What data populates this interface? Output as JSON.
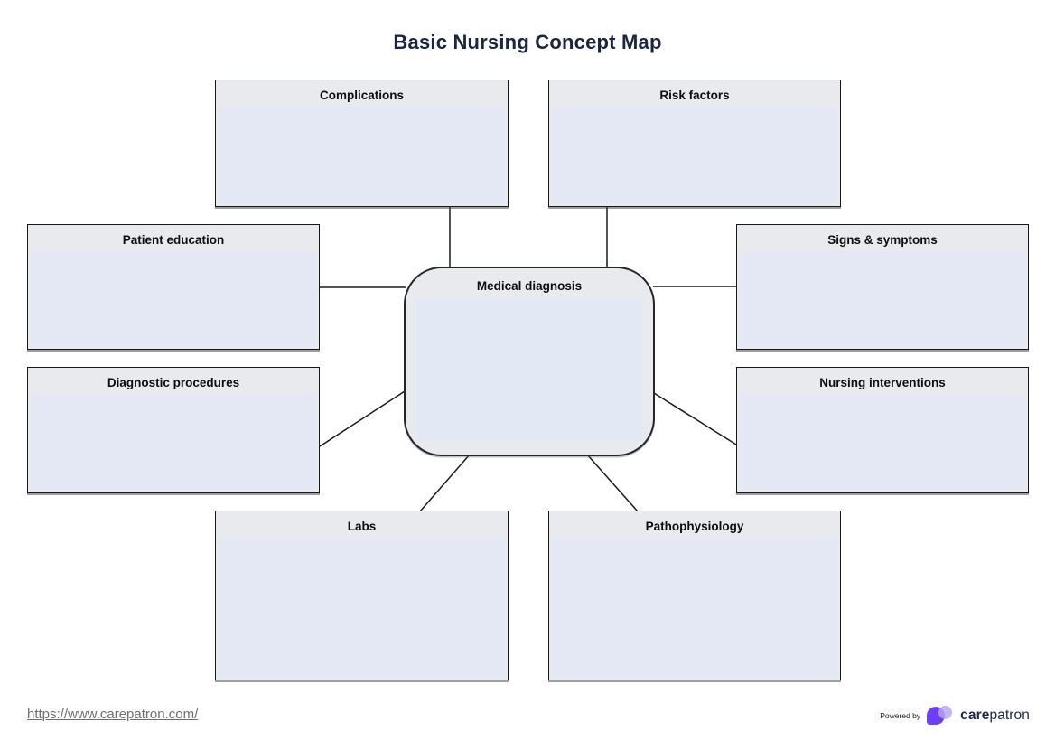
{
  "title": "Basic Nursing Concept Map",
  "center_node": {
    "label": "Medical diagnosis"
  },
  "nodes": [
    {
      "id": "complications",
      "label": "Complications"
    },
    {
      "id": "risk-factors",
      "label": "Risk factors"
    },
    {
      "id": "patient-education",
      "label": "Patient education"
    },
    {
      "id": "signs-symptoms",
      "label": "Signs & symptoms"
    },
    {
      "id": "diagnostic-procedures",
      "label": "Diagnostic procedures"
    },
    {
      "id": "nursing-interventions",
      "label": "Nursing interventions"
    },
    {
      "id": "labs",
      "label": "Labs"
    },
    {
      "id": "pathophysiology",
      "label": "Pathophysiology"
    }
  ],
  "footer": {
    "link": "https://www.carepatron.com/",
    "powered_by": "Powered by",
    "brand_bold": "care",
    "brand_regular": "patron"
  },
  "colors": {
    "title_text": "#1b2541",
    "box_shell": "#e9eaee",
    "box_fill": "#e3e8f4",
    "box_border": "#17171b",
    "connector": "#1a1a1a",
    "link_text": "#6f6f6f",
    "logo_dark_purple": "#6d3ff2",
    "logo_light_purple": "#b9a5f1",
    "logo_text": "#20274d"
  }
}
